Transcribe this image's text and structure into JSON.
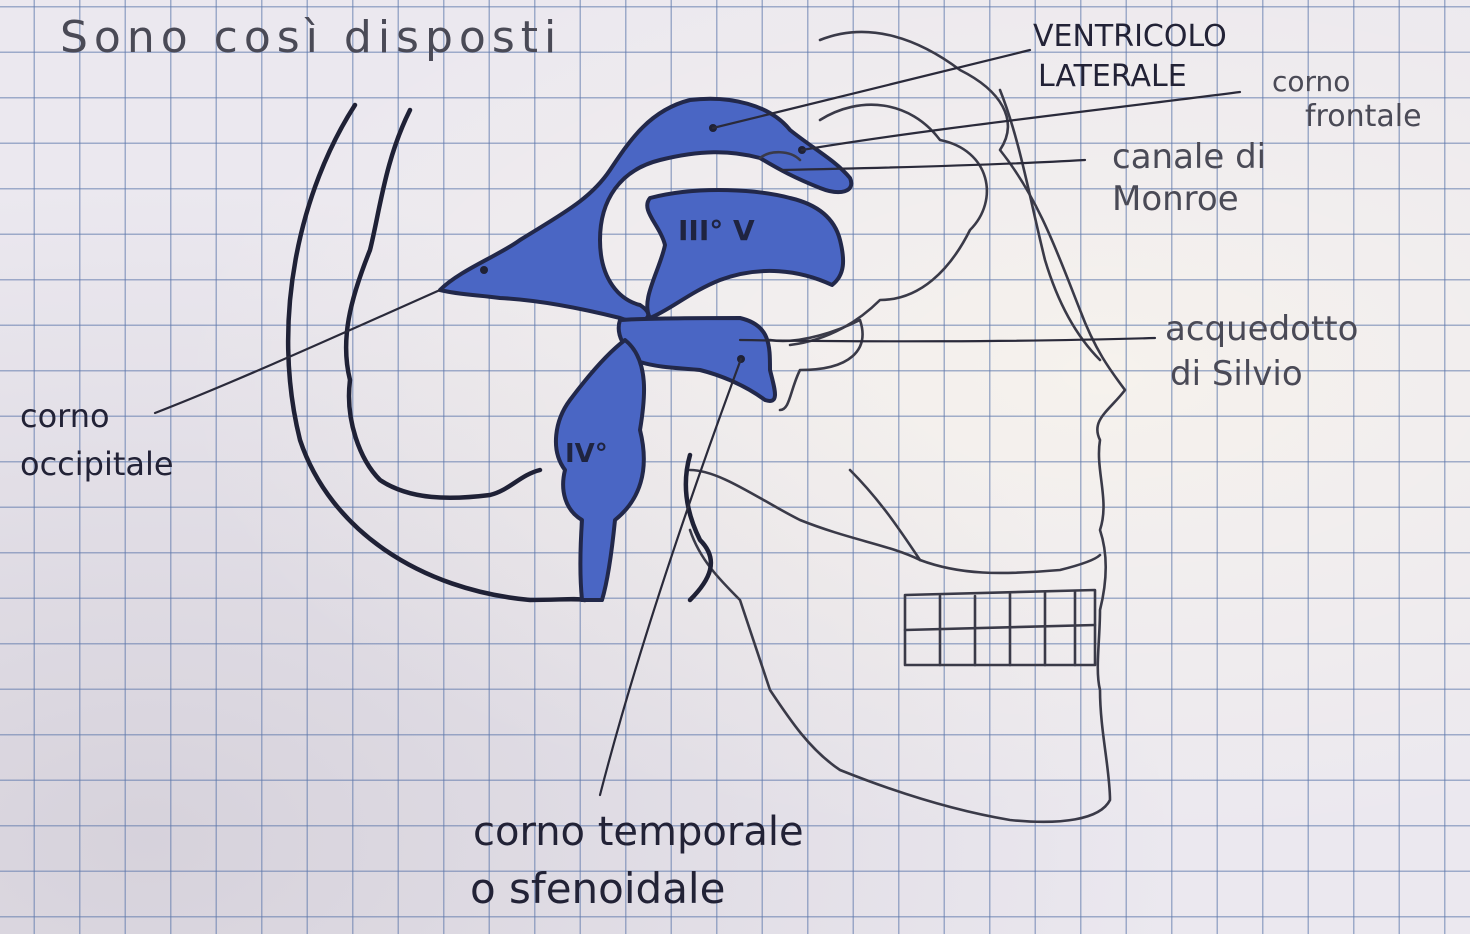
{
  "heading": "Sono così disposti",
  "labels": {
    "ventricolo_laterale_line1": "VENTRICOLO",
    "ventricolo_laterale_line2": "LATERALE",
    "corno_frontale_line1": "corno",
    "corno_frontale_line2": "frontale",
    "canale_monroe_line1": "canale di",
    "canale_monroe_line2": "Monroe",
    "acquedotto_line1": "acquedotto",
    "acquedotto_line2": "di Silvio",
    "corno_occipitale_line1": "corno",
    "corno_occipitale_line2": "occipitale",
    "corno_temporale_line1": "corno temporale",
    "corno_temporale_line2": "o sfenoidale"
  },
  "ventricle_labels": {
    "third": "III° V",
    "fourth": "IV°"
  },
  "colors": {
    "ventricle_fill": "#4a66c4",
    "ink": "#1f2136",
    "grid": "#5c76aa",
    "paper": "#ebe8ef"
  }
}
